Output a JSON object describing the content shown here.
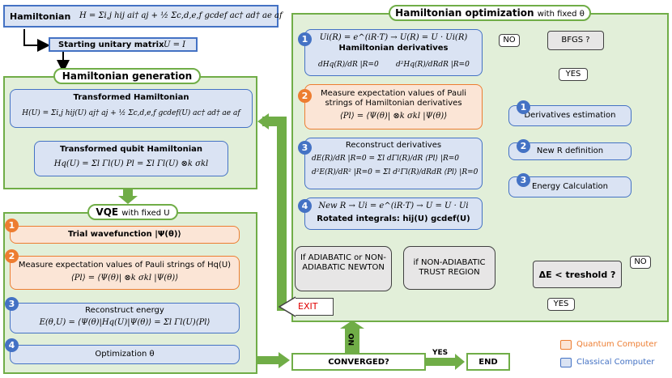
{
  "hamiltonian_box": {
    "label": "Hamiltonian",
    "formula": "H = Σi,j hij ai† aj + ½ Σc,d,e,f gcdef ac† ad† ae af"
  },
  "starting_matrix": {
    "label": "Starting unitary matrix",
    "formula": "U = I"
  },
  "ham_generation": {
    "title": "Hamiltonian generation",
    "transformed": {
      "title": "Transformed Hamiltonian",
      "formula": "H(U) = Σi,j hij(U) aj† aj + ½ Σc,d,e,f gcdef(U) ac† ad† ae af"
    },
    "qubit": {
      "title": "Transformed qubit Hamiltonian",
      "formula": "Hq(U) = Σl Γl(U) Pl = Σl Γl(U) ⊗k σkl"
    }
  },
  "vqe": {
    "title": "VQE",
    "title_suffix": "with fixed U",
    "steps": [
      {
        "num": "1",
        "text": "Trial wavefunction |Ψ(θ)⟩"
      },
      {
        "num": "2",
        "text": "Measure expectation values of Pauli strings of Hq(U)",
        "formula": "⟨Pl⟩ = ⟨Ψ(θ)| ⊗k σkl |Ψ(θ)⟩"
      },
      {
        "num": "3",
        "text": "Reconstruct energy",
        "formula": "E(θ,U) = ⟨Ψ(θ)|Hq(U)|Ψ(θ)⟩ = Σl Γl(U)⟨Pl⟩"
      },
      {
        "num": "4",
        "text": "Optimization θ"
      }
    ]
  },
  "ham_opt": {
    "title": "Hamiltonian optimization",
    "title_suffix": "with fixed θ",
    "steps": [
      {
        "num": "1",
        "line1": "Ui(R) = e^(iR·T) → U(R) = U · Ui(R)",
        "line2": "Hamiltonian derivatives",
        "f1": "dHq(R)/dR |R=0",
        "f2": "d²Hq(R)/dRdR |R=0"
      },
      {
        "num": "2",
        "line1": "Measure expectation values of Pauli",
        "line2": "strings of Hamiltonian derivatives",
        "formula": "⟨Pl⟩ = ⟨Ψ(θ)| ⊗k σkl |Ψ(θ)⟩"
      },
      {
        "num": "3",
        "line1": "Reconstruct derivatives",
        "f1": "dE(R)/dR |R=0 = Σl dΓl(R)/dR ⟨Pl⟩ |R=0",
        "f2": "d²E(R)/dR² |R=0 = Σl d²Γl(R)/dRdR ⟨Pl⟩ |R=0"
      },
      {
        "num": "4",
        "line1": "New R → Ui = e^(iR·T) → U = U · Ui",
        "line2": "Rotated integrals: hij(U)   gcdef(U)"
      }
    ],
    "bfgs": "BFGS ?",
    "no": "NO",
    "yes": "YES",
    "right_steps": [
      {
        "num": "1",
        "text": "Derivatives estimation"
      },
      {
        "num": "2",
        "text": "New R definition"
      },
      {
        "num": "3",
        "text": "Energy Calculation"
      }
    ],
    "adiabatic": "If ADIABATIC or NON-ADIABATIC NEWTON",
    "trust": "if NON-ADIABATIC TRUST REGION",
    "threshold": "ΔE < treshold ?",
    "no2": "NO",
    "yes2": "YES",
    "exit": "EXIT"
  },
  "converged": "CONVERGED?",
  "no_label": "NO",
  "yes_label": "YES",
  "end": "END",
  "legend": {
    "quantum": "Quantum Computer",
    "classical": "Classical Computer"
  },
  "colors": {
    "green": "#70ad47",
    "blue": "#4472c4",
    "orange": "#ed7d31"
  }
}
